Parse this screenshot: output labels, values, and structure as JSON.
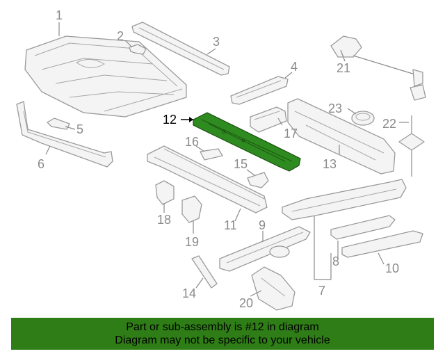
{
  "diagram": {
    "highlight_color": "#2e8b1f",
    "highlighted_part": "12",
    "callouts": [
      {
        "id": "1",
        "text": "1"
      },
      {
        "id": "2",
        "text": "2"
      },
      {
        "id": "3",
        "text": "3"
      },
      {
        "id": "4",
        "text": "4"
      },
      {
        "id": "5",
        "text": "5"
      },
      {
        "id": "6",
        "text": "6"
      },
      {
        "id": "7",
        "text": "7"
      },
      {
        "id": "8",
        "text": "8"
      },
      {
        "id": "9",
        "text": "9"
      },
      {
        "id": "10",
        "text": "10"
      },
      {
        "id": "11",
        "text": "11"
      },
      {
        "id": "12",
        "text": "12"
      },
      {
        "id": "13",
        "text": "13"
      },
      {
        "id": "14",
        "text": "14"
      },
      {
        "id": "15",
        "text": "15"
      },
      {
        "id": "16",
        "text": "16"
      },
      {
        "id": "17",
        "text": "17"
      },
      {
        "id": "18",
        "text": "18"
      },
      {
        "id": "19",
        "text": "19"
      },
      {
        "id": "20",
        "text": "20"
      },
      {
        "id": "21",
        "text": "21"
      },
      {
        "id": "22",
        "text": "22"
      },
      {
        "id": "23",
        "text": "23"
      }
    ]
  },
  "banner": {
    "background": "#2e7d16",
    "line1": "Part or sub-assembly is #12 in diagram",
    "line2": "Diagram may not be specific to your vehicle"
  }
}
